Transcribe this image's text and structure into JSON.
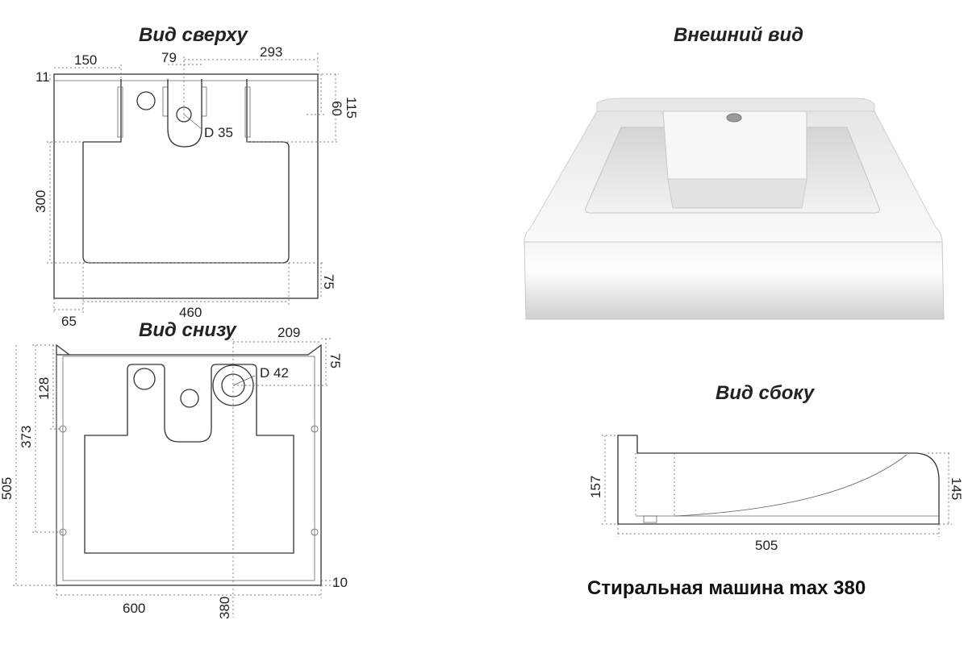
{
  "titles": {
    "top": "Вид сверху",
    "bottom": "Вид снизу",
    "exterior": "Внешний вид",
    "side": "Вид сбоку"
  },
  "caption": "Стиральная машина max 380",
  "top_view": {
    "d_150": "150",
    "d_79": "79",
    "d_293": "293",
    "d_11": "11",
    "d_60": "60",
    "d_115": "115",
    "d_hole": "D 35",
    "d_300": "300",
    "d_75": "75",
    "d_460": "460",
    "d_65": "65"
  },
  "bottom_view": {
    "d_209": "209",
    "d_75": "75",
    "d_hole": "D 42",
    "d_128": "128",
    "d_373": "373",
    "d_505": "505",
    "d_10": "10",
    "d_600": "600",
    "d_380": "380"
  },
  "side_view": {
    "d_157": "157",
    "d_145": "145",
    "d_505": "505"
  }
}
